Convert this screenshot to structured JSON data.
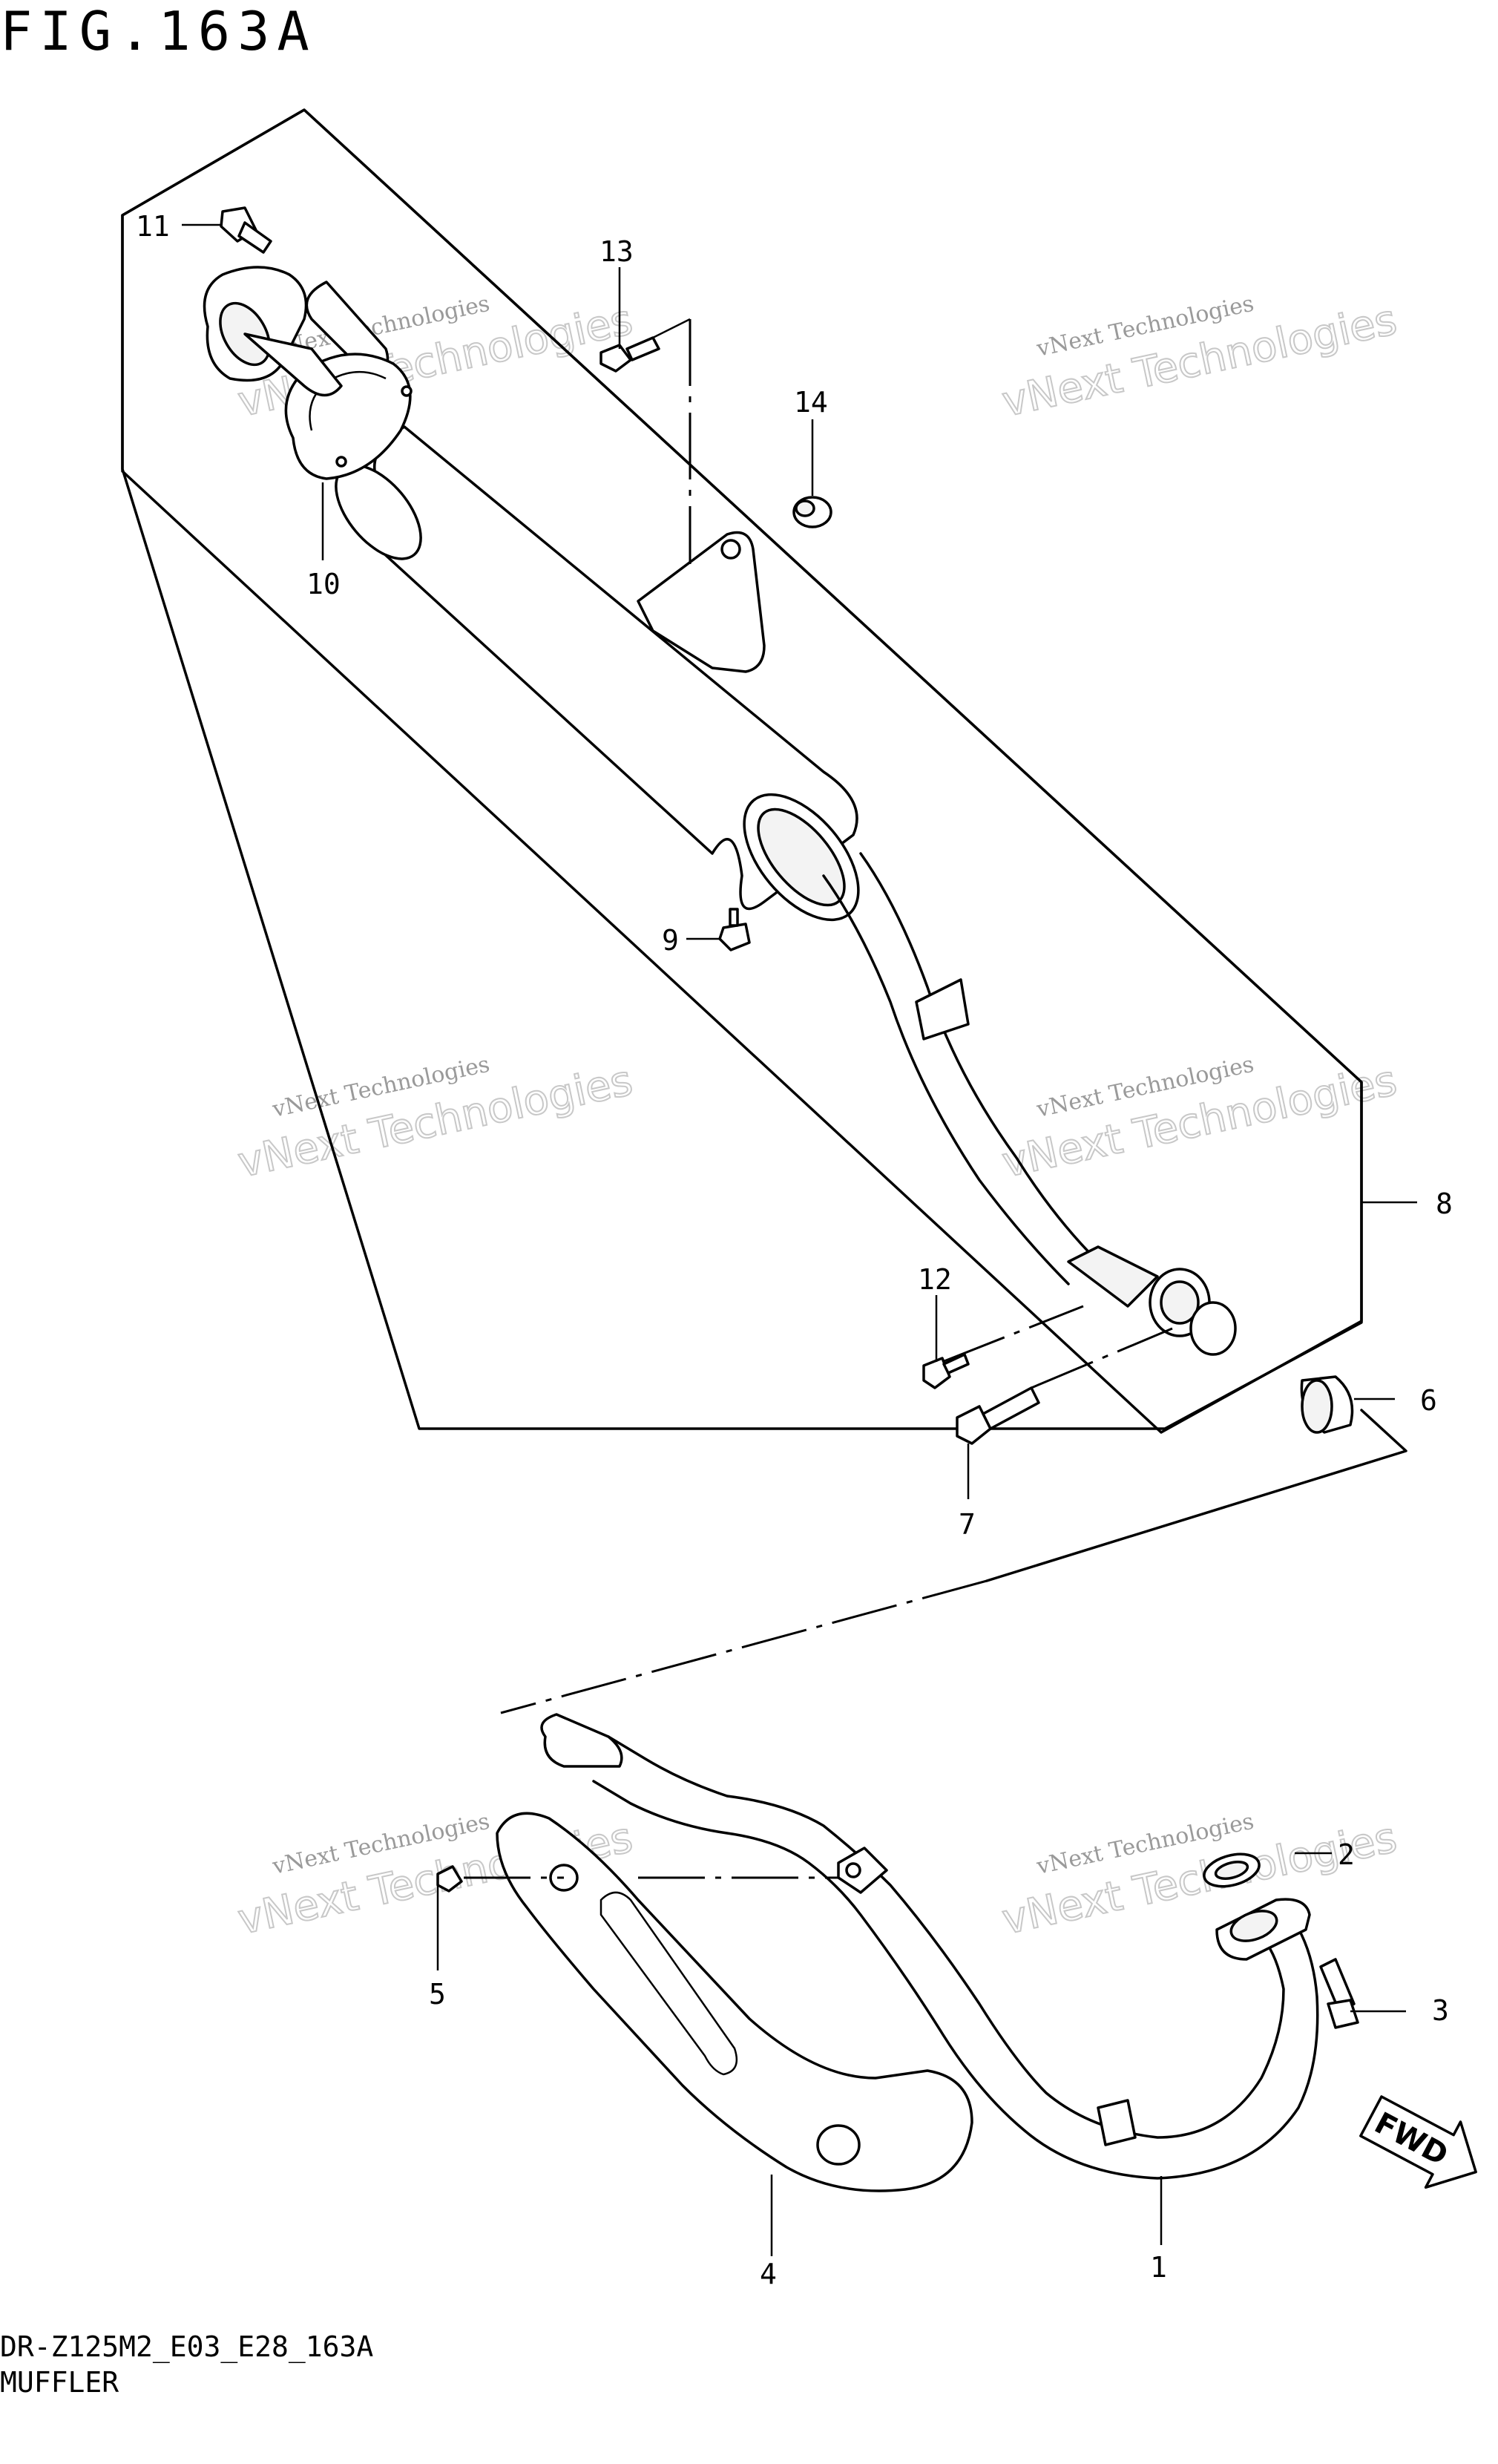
{
  "figure": {
    "title": "FIG.163A"
  },
  "footer": {
    "model_code": "DR-Z125M2_E03_E28_163A",
    "section_name": "MUFFLER"
  },
  "callouts": [
    "1",
    "2",
    "3",
    "4",
    "5",
    "6",
    "7",
    "8",
    "9",
    "10",
    "11",
    "12",
    "13",
    "14"
  ],
  "watermark": {
    "line1": "vNext Technologies",
    "line2": "vNext Technologies"
  },
  "direction_label": "FWD"
}
